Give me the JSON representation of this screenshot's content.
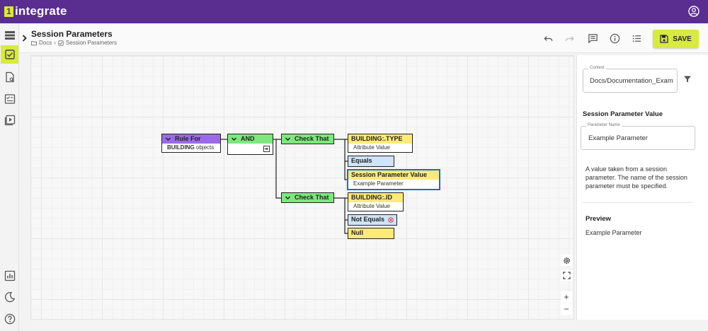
{
  "app": {
    "logo_mark": "1",
    "logo_text": "integrate"
  },
  "header": {
    "title": "Session Parameters",
    "breadcrumb": [
      "Docs",
      "Session Parameters"
    ],
    "breadcrumb_sep": "›",
    "save_label": "SAVE"
  },
  "nodes": {
    "rule_for": {
      "title": "Rule For",
      "sub_bold": "BUILDING",
      "sub_rest": " objects"
    },
    "and": {
      "title": "AND"
    },
    "check_that_1": {
      "title": "Check That"
    },
    "check_that_2": {
      "title": "Check That"
    },
    "building_type": {
      "title": "BUILDING:.TYPE",
      "sub": "Attribute Value"
    },
    "equals": {
      "title": "Equals"
    },
    "session_param": {
      "title": "Session Parameter Value",
      "sub": "Example Parameter"
    },
    "building_id": {
      "title": "BUILDING:.ID",
      "sub": "Attribute Value"
    },
    "not_equals": {
      "title": "Not Equals"
    },
    "null": {
      "title": "Null"
    }
  },
  "zoom": {
    "in": "+",
    "out": "−"
  },
  "panel": {
    "context_label": "Context",
    "context_value": "Docs/Documentation_Exam",
    "section_title": "Session Parameter Value",
    "param_label": "Parameter Name",
    "param_value": "Example Parameter",
    "description": "A value taken from a session parameter. The name of the session parameter must be specified.",
    "preview_title": "Preview",
    "preview_value": "Example Parameter"
  },
  "colors": {
    "topbar": "#5a2d91",
    "accent": "#d8ea3d",
    "rule_purple": "#9b6ae8",
    "logic_green": "#7de87d",
    "value_yellow": "#ffe97a",
    "compare_blue": "#cfe3f9",
    "selection": "#1d6fb8"
  }
}
